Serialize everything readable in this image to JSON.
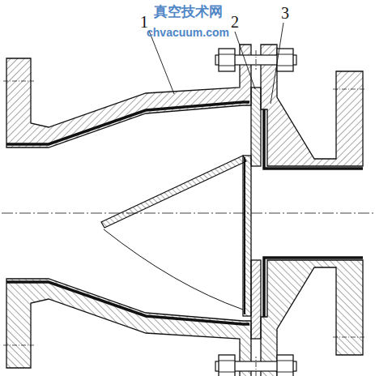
{
  "diagram": {
    "labels": [
      "真空技术网",
      "chvacuum.com",
      "1",
      "2",
      "3"
    ]
  }
}
